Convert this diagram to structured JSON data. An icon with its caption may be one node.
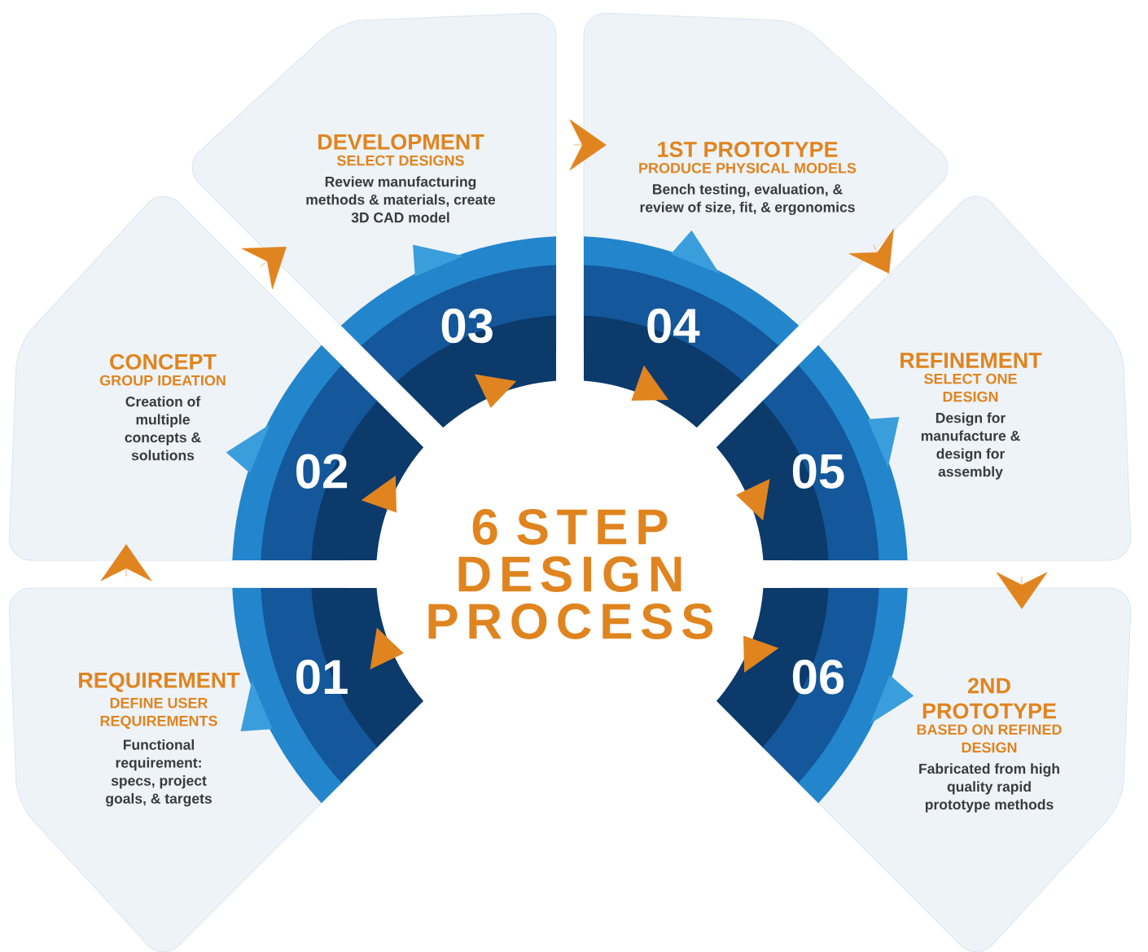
{
  "diagram": {
    "nodes": [
      {
        "text": [
          "6 STEP DESIGN PROCESS"
        ]
      },
      {
        "text": [
          "REQUIREMENT",
          "DEFINE USER REQUIREMENTS",
          "Functional requirement: specs, project goals, & targets"
        ]
      },
      {
        "text": [
          "CONCEPT",
          "GROUP IDEATION",
          "Creation of multiple concepts & solutions"
        ]
      },
      {
        "text": [
          "DEVELOPMENT",
          "SELECT DESIGNS",
          "Review manufacturing methods & materials, create 3D CAD model"
        ]
      },
      {
        "text": [
          "1ST PROTOTYPE",
          "PRODUCE PHYSICAL MODELS",
          "Bench testing, evaluation, & review of size, fit, & ergonomics"
        ]
      },
      {
        "text": [
          "REFINEMENT",
          "SELECT ONE DESIGN",
          "Design for manufacture & design for assembly"
        ]
      },
      {
        "text": [
          "2ND PROTOTYPE",
          "BASED ON REFINED DESIGN",
          "Fabricated from high quality rapid prototype methods"
        ]
      },
      {
        "text": [
          "01"
        ],
        "in": 1
      },
      {
        "text": [
          "02"
        ],
        "in": 2
      },
      {
        "text": [
          "03"
        ],
        "in": 3
      },
      {
        "text": [
          "04"
        ],
        "in": 4
      },
      {
        "text": [
          "05"
        ],
        "in": 5
      },
      {
        "text": [
          "06"
        ],
        "in": 6
      }
    ],
    "edges": [
      {
        "from": 1,
        "to": 2,
        "arrow": "to"
      },
      {
        "from": 2,
        "to": 3,
        "arrow": "to"
      },
      {
        "from": 3,
        "to": 4,
        "arrow": "to"
      },
      {
        "from": 4,
        "to": 5,
        "arrow": "to"
      },
      {
        "from": 5,
        "to": 6,
        "arrow": "to"
      }
    ]
  }
}
